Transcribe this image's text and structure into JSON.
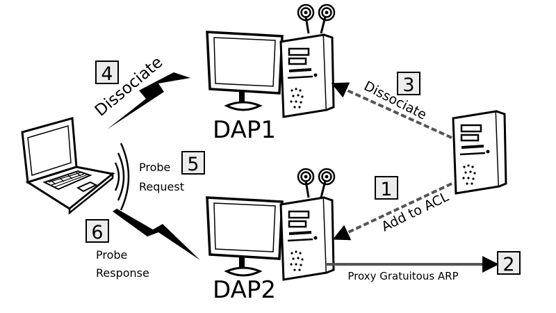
{
  "nodes": {
    "dap1_label": "DAP1",
    "dap2_label": "DAP2"
  },
  "steps": {
    "s1": {
      "num": "1",
      "label": "Add to ACL"
    },
    "s2": {
      "num": "2",
      "label": "Proxy Gratuitous ARP"
    },
    "s3": {
      "num": "3",
      "label": "Dissociate"
    },
    "s4": {
      "num": "4",
      "label": "Dissociate"
    },
    "s5": {
      "num": "5",
      "label_line1": "Probe",
      "label_line2": "Request"
    },
    "s6": {
      "num": "6",
      "label_line1": "Probe",
      "label_line2": "Response"
    }
  }
}
